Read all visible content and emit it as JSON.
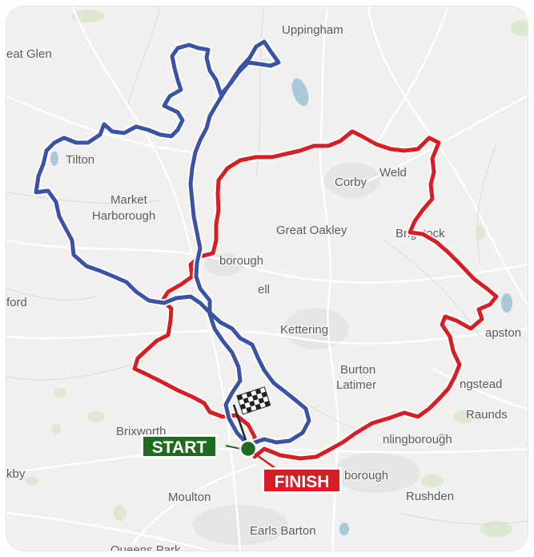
{
  "map": {
    "places": [
      {
        "id": "uppingham",
        "name": "Uppingham"
      },
      {
        "id": "great-glen",
        "name": "eat Glen"
      },
      {
        "id": "tilton",
        "name": "Tilton"
      },
      {
        "id": "market-harborough-1",
        "name": "Market"
      },
      {
        "id": "market-harborough-2",
        "name": "Harborough"
      },
      {
        "id": "corby",
        "name": "Corby"
      },
      {
        "id": "weldon",
        "name": "Weld"
      },
      {
        "id": "great-oakley",
        "name": "Great Oakley"
      },
      {
        "id": "brigstock",
        "name": "Brigstock"
      },
      {
        "id": "desborough",
        "name": "borough"
      },
      {
        "id": "rothwell",
        "name": "ell"
      },
      {
        "id": "welford",
        "name": "ford"
      },
      {
        "id": "kettering",
        "name": "Kettering"
      },
      {
        "id": "thrapston",
        "name": "apston"
      },
      {
        "id": "burton-latimer-1",
        "name": "Burton"
      },
      {
        "id": "burton-latimer-2",
        "name": "Latimer"
      },
      {
        "id": "ringstead",
        "name": "ngstead"
      },
      {
        "id": "raunds",
        "name": "Raunds"
      },
      {
        "id": "brixworth",
        "name": "Brixworth"
      },
      {
        "id": "irthlingborough",
        "name": "nlingborough"
      },
      {
        "id": "kilsby",
        "name": "kby"
      },
      {
        "id": "wellingborough",
        "name": "borough"
      },
      {
        "id": "rushden",
        "name": "Rushden"
      },
      {
        "id": "moulton",
        "name": "Moulton"
      },
      {
        "id": "earls-barton",
        "name": "Earls Barton"
      },
      {
        "id": "queens-park",
        "name": "Queens Park"
      }
    ],
    "routes": [
      {
        "id": "blue-loop",
        "color": "#3b53a4"
      },
      {
        "id": "red-loop",
        "color": "#d81e25"
      }
    ],
    "start_label": "START",
    "finish_label": "FINISH",
    "start_color": "#1f6b1f",
    "finish_color": "#d81e25",
    "icons": {
      "finish_flag": "checkered-flag-icon",
      "start_marker": "start-dot-icon"
    }
  }
}
